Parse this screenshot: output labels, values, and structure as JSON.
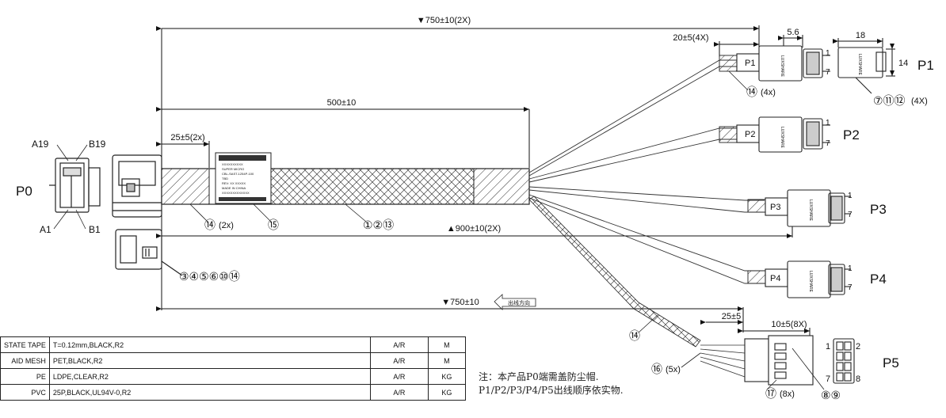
{
  "dimensions": {
    "top_overall": "▼750±10(2X)",
    "p1_offset": "20±5(4X)",
    "main_length": "500±10",
    "sleeve_length": "25±5(2x)",
    "overall_900": "▲900±10(2X)",
    "bottom_750": "▼750±10",
    "p5_offset": "25±5",
    "p5_pitch": "10±5(8X)",
    "p1_width": "5.6",
    "p1_body_width": "18",
    "p1_height": "14"
  },
  "connectors": {
    "p0": "P0",
    "p1": "P1",
    "p2": "P2",
    "p3": "P3",
    "p4": "P4",
    "p5": "P5",
    "p0_pins": {
      "a19": "A19",
      "b19": "B19",
      "a1": "A1",
      "b1": "B1"
    },
    "tag_p1": "P1",
    "tag_p2": "P2",
    "tag_p3": "P3",
    "tag_p4": "P4",
    "pin_1": "1",
    "pin_7": "7",
    "p5_pins": {
      "p1": "1",
      "p2": "2",
      "p7": "7",
      "p8": "8"
    },
    "brand": "LUXSHARE"
  },
  "callouts": {
    "c14_4x_num": "⑭",
    "c14_4x_qty": "(4x)",
    "c7_11_12": "⑦⑪⑫",
    "c7_11_12_qty": "(4X)",
    "c14_2x_num": "⑭",
    "c14_2x_qty": "(2x)",
    "c15": "⑮",
    "c1_2_13": "①②⑬",
    "c3_4_5_6_10_14": "③④⑤⑥⑩⑭",
    "c14": "⑭",
    "c16_num": "⑯",
    "c16_qty": "(5x)",
    "c17_num": "⑰",
    "c17_qty": "(8x)",
    "c8_9": "⑧⑨"
  },
  "label_sticker_lines": [
    "XXXXXXXXXX",
    "SUPER MICRO",
    "CBL-SAST-1254P-100",
    "TBD",
    "REV: XX XXXXX",
    "MADE IN CHINA",
    "XXXXXXXXXXXXX"
  ],
  "arrow_note": "出线方向",
  "bom": [
    {
      "name": "STATE TAPE",
      "spec": "T=0.12mm,BLACK,R2",
      "qty": "A/R",
      "unit": "M"
    },
    {
      "name": "AID MESH",
      "spec": "PET,BLACK,R2",
      "qty": "A/R",
      "unit": "M"
    },
    {
      "name": "PE",
      "spec": "LDPE,CLEAR,R2",
      "qty": "A/R",
      "unit": "KG"
    },
    {
      "name": "PVC",
      "spec": "25P,BLACK,UL94V-0,R2",
      "qty": "A/R",
      "unit": "KG"
    }
  ],
  "notes": [
    "注：本产品P0端需盖防尘帽.",
    "P1/P2/P3/P4/P5出线顺序依实物."
  ]
}
